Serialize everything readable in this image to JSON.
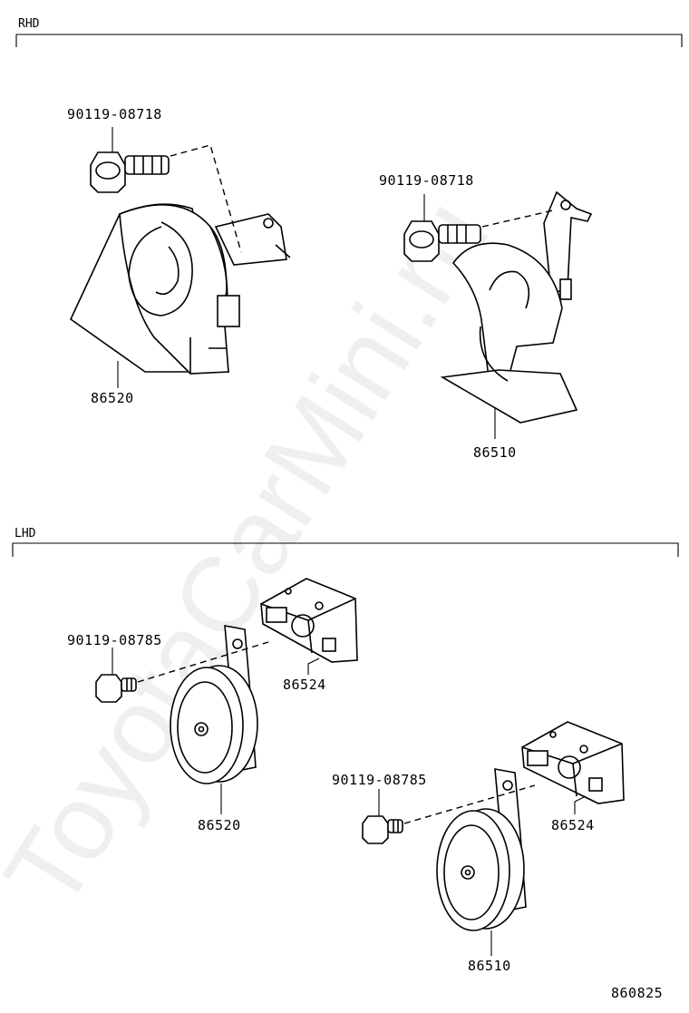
{
  "sections": {
    "rhd": "RHD",
    "lhd": "LHD"
  },
  "parts": {
    "rhd_bolt_left": "90119-08718",
    "rhd_bolt_right": "90119-08718",
    "rhd_horn_left": "86520",
    "rhd_horn_right": "86510",
    "lhd_bolt_left": "90119-08785",
    "lhd_bolt_right": "90119-08785",
    "lhd_bracket_left": "86524",
    "lhd_bracket_right": "86524",
    "lhd_horn_left": "86520",
    "lhd_horn_right": "86510"
  },
  "figure_code": "860825",
  "watermark": "ToyotaCarMini.ru"
}
